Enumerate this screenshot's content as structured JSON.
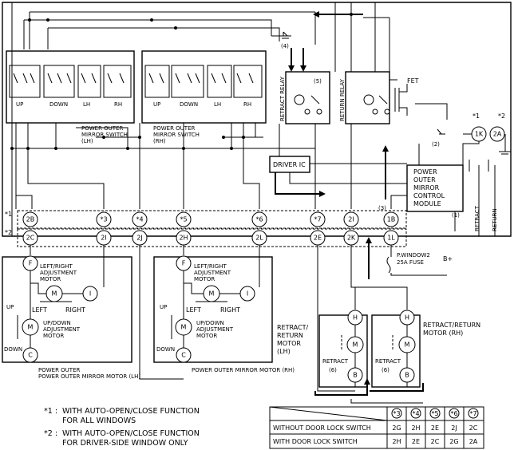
{
  "labels": {
    "fet": "FET",
    "retract_relay": "RETRACT RELAY",
    "return_relay": "RETURN RELAY",
    "driver_ic": "DRIVER IC",
    "module": [
      "POWER",
      "OUTER",
      "MIRROR",
      "CONTROL",
      "MODULE"
    ],
    "switch_lh": [
      "POWER OUTER",
      "MIRROR SWITCH",
      "(LH)"
    ],
    "switch_rh": [
      "POWER OUTER",
      "MIRROR SWITCH",
      "(RH)"
    ],
    "sw_up": "UP",
    "sw_down": "DOWN",
    "sw_lh": "LH",
    "sw_rh": "RH",
    "mark1": "*1",
    "mark2": "*2",
    "lr_motor": [
      "LEFT/RIGHT",
      "ADJUSTMENT",
      "MOTOR"
    ],
    "ud_motor": [
      "UP/DOWN",
      "ADJUSTMENT",
      "MOTOR"
    ],
    "left": "LEFT",
    "right": "RIGHT",
    "up": "UP",
    "down": "DOWN",
    "motor_lh": "POWER OUTER MIRROR MOTOR (LH)",
    "motor_rh": "POWER OUTER MIRROR MOTOR (RH)",
    "retract_motor_lh": [
      "RETRACT/",
      "RETURN",
      "MOTOR",
      "(LH)"
    ],
    "retract_motor_rh": [
      "RETRACT/RETURN",
      "MOTOR (RH)"
    ],
    "retract": "RETRACT",
    "return": "RETURN",
    "fuse": [
      "P.WINDOW2",
      "25A FUSE"
    ],
    "bplus": "B+",
    "m": "M",
    "n1": "(1)",
    "n2": "(2)",
    "n3": "(3)",
    "n4": "(4)",
    "n5": "(5)",
    "n6": "(6)"
  },
  "connectors": {
    "row1": [
      "2B",
      "*3",
      "*4",
      "*5",
      "*6",
      "*7",
      "2I",
      "1B"
    ],
    "row2": [
      "2C",
      "2I",
      "2J",
      "2H",
      "2L",
      "2E",
      "2K",
      "1L"
    ],
    "top": [
      "1K",
      "2A"
    ],
    "motor_lh": [
      "F",
      "I",
      "C"
    ],
    "motor_rh": [
      "F",
      "I",
      "C"
    ],
    "retract_motor": [
      "H",
      "B"
    ]
  },
  "notes": [
    {
      "mark": "*1 :",
      "line1": "WITH AUTO-OPEN/CLOSE FUNCTION",
      "line2": "FOR ALL WINDOWS"
    },
    {
      "mark": "*2 :",
      "line1": "WITH AUTO-OPEN/CLOSE FUNCTION",
      "line2": "FOR DRIVER-SIDE WINDOW ONLY"
    }
  ],
  "table": {
    "headers": [
      "*3",
      "*4",
      "*5",
      "*6",
      "*7"
    ],
    "rows": [
      {
        "label": "WITHOUT DOOR LOCK SWITCH",
        "values": [
          "2G",
          "2H",
          "2E",
          "2J",
          "2C"
        ]
      },
      {
        "label": "WITH DOOR LOCK SWITCH",
        "values": [
          "2H",
          "2E",
          "2C",
          "2G",
          "2A"
        ]
      }
    ]
  }
}
